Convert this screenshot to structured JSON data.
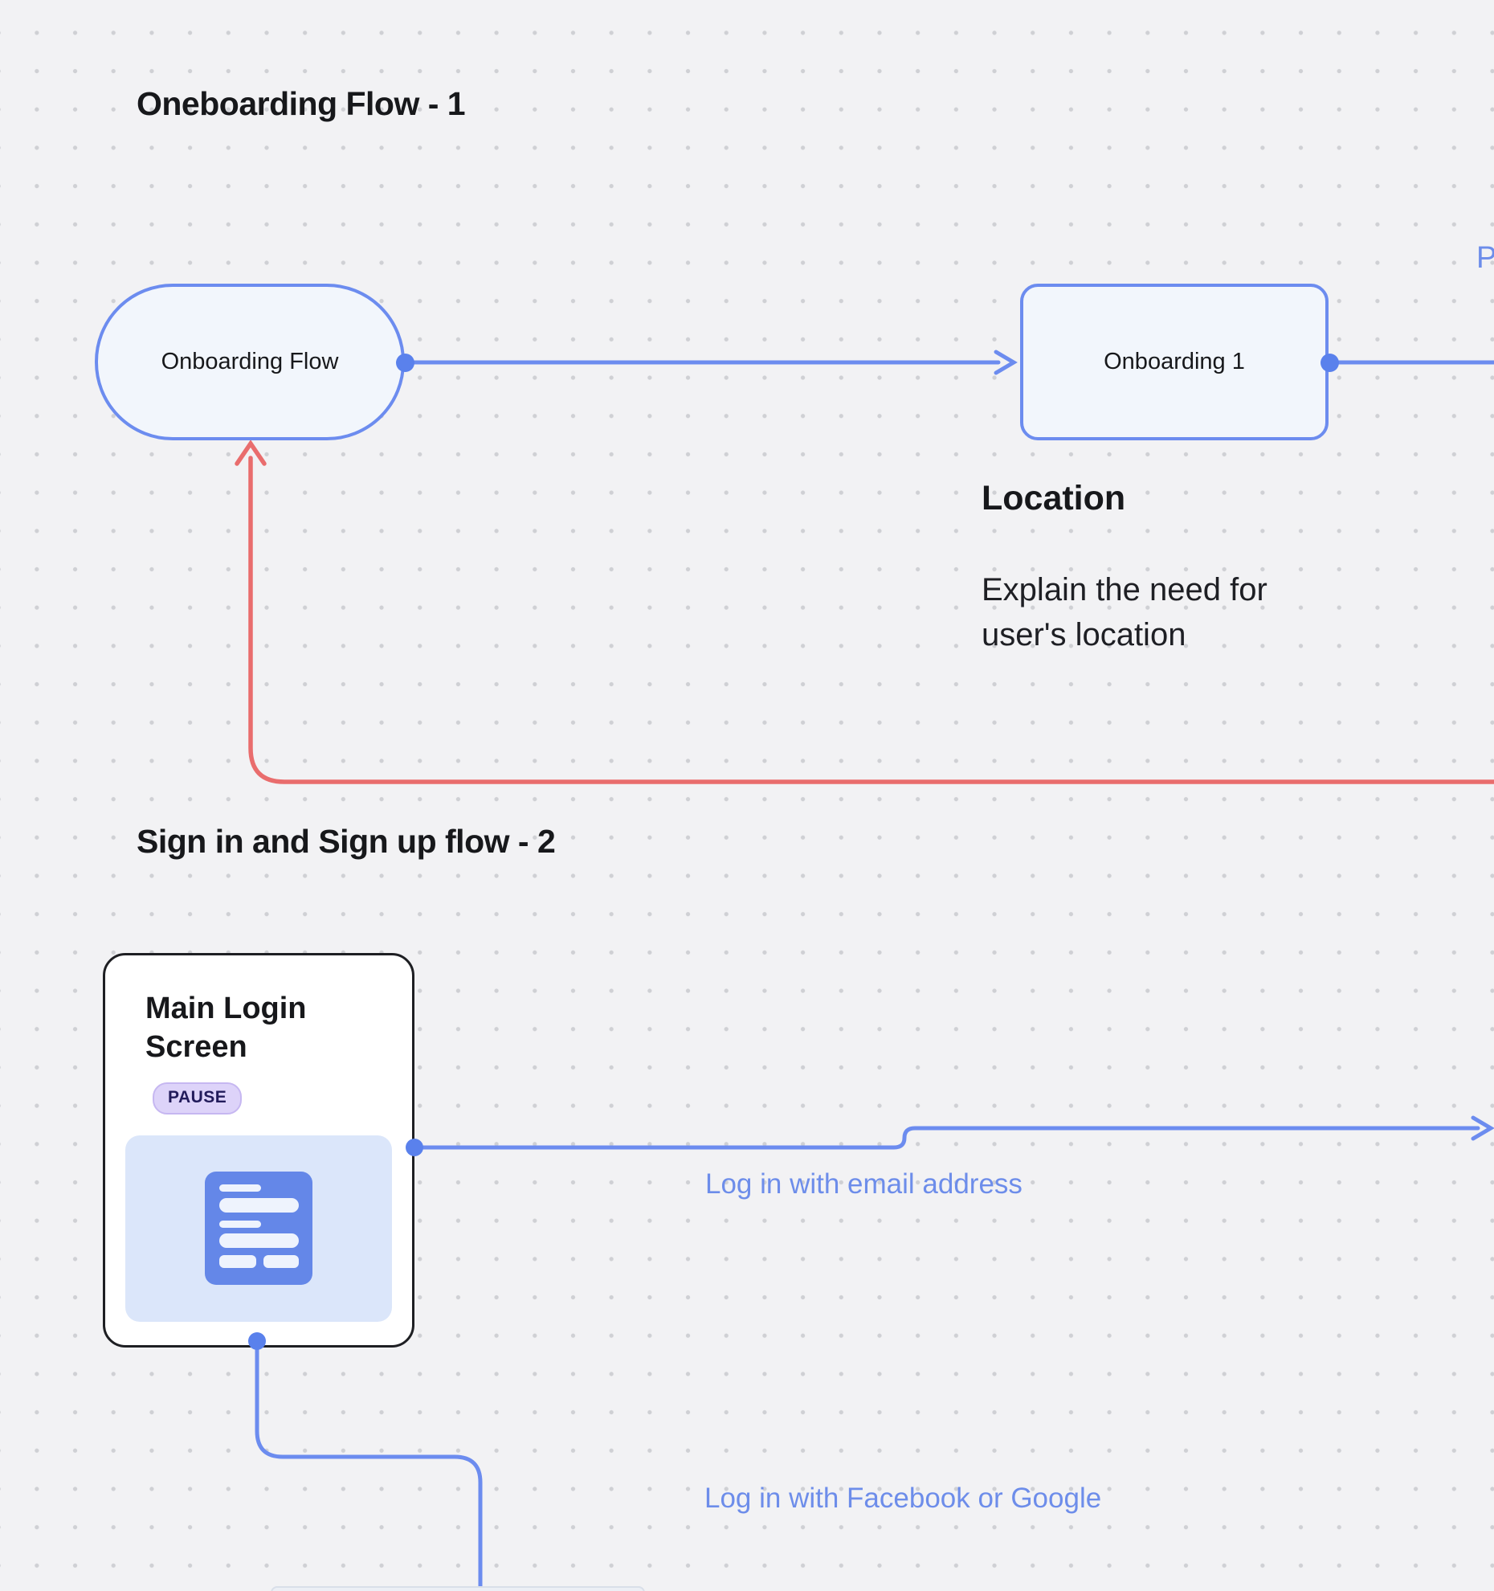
{
  "canvas": {
    "colors": {
      "background": "#F2F2F4",
      "grid_dot": "#CFD0D4",
      "accent_blue": "#6C8CEF",
      "accent_red": "#E96D6D",
      "node_fill": "#F2F6FC",
      "connector_dot": "#5A81EC",
      "label_blue": "#6D8DEA",
      "text_dark": "#17181B",
      "card_border": "#1E1F23",
      "panel_blue": "#DBE6FA",
      "icon_blue": "#6487E8",
      "badge_bg": "#DDD3F9",
      "badge_border": "#C6B7F1",
      "badge_text": "#221B5B"
    }
  },
  "flow1": {
    "title": "Oneboarding Flow - 1",
    "start_node_label": "Onboarding Flow",
    "step_node_label": "Onboarding 1",
    "note_heading": "Location",
    "note_body": "Explain the need for user's location",
    "clipped_edge_label": "P"
  },
  "flow2": {
    "title": "Sign in and Sign up flow - 2",
    "login_card": {
      "title": "Main Login Screen",
      "badge": "PAUSE"
    },
    "edge_label_email": "Log in with email address",
    "edge_label_social": "Log in with Facebook or Google"
  }
}
